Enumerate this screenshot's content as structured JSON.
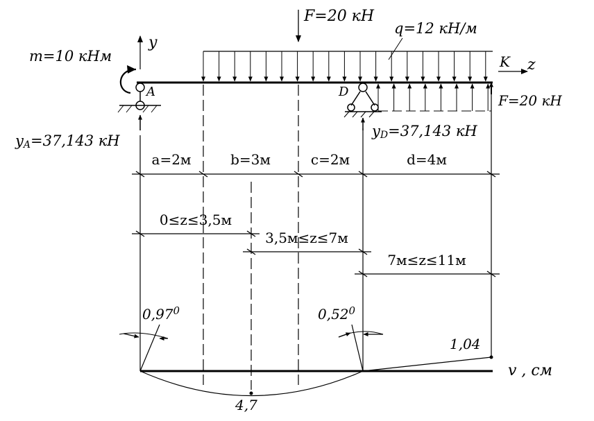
{
  "axes": {
    "y": "y",
    "z": "z"
  },
  "loads": {
    "moment": "m=10 кНм",
    "force_top": "F=20 кН",
    "distributed": "q=12 кН/м",
    "force_end": "F=20 кН"
  },
  "points": {
    "a": "A",
    "d": "D",
    "k": "K"
  },
  "reactions": {
    "ya_sym": "y",
    "ya_sub": "A",
    "ya_val": "=37,143 кН",
    "yd_sym": "y",
    "yd_sub": "D",
    "yd_val": "=37,143 кН"
  },
  "dims": {
    "a": "a=2м",
    "b": "b=3м",
    "c": "c=2м",
    "d": "d=4м"
  },
  "intervals": {
    "i1": "0≤z≤3,5м",
    "i2": "3,5м≤z≤7м",
    "i3": "7м≤z≤11м"
  },
  "deflection": {
    "angle_a": "0,97",
    "angle_d": "0,52",
    "deg": "0",
    "max_val": "4,7",
    "end_val": "1,04",
    "axis_label": "v , см"
  }
}
